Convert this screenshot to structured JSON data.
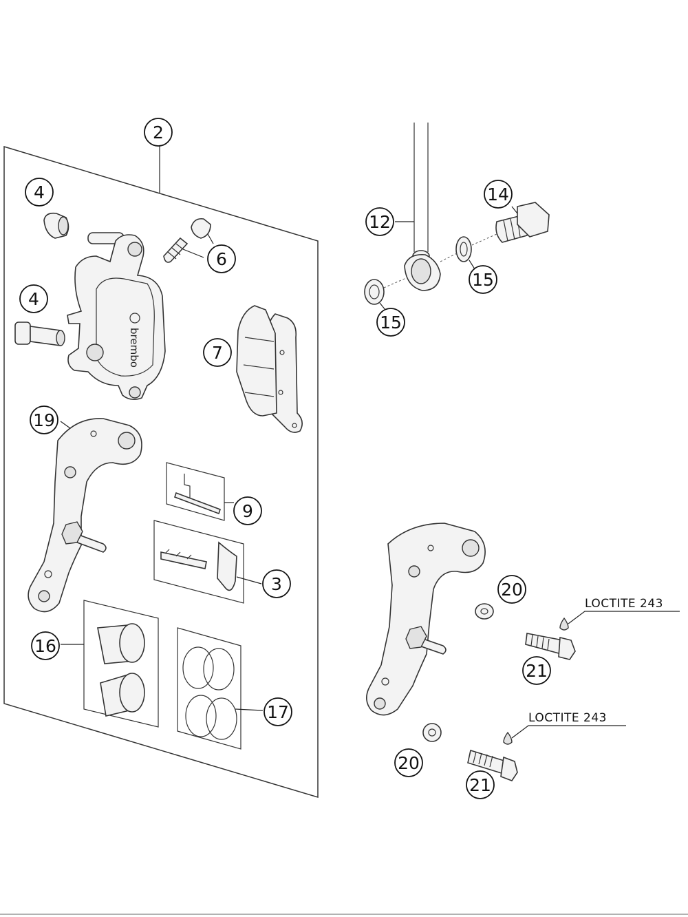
{
  "callouts": {
    "c2": "2",
    "c4a": "4",
    "c4b": "4",
    "c6": "6",
    "c7": "7",
    "c9": "9",
    "c3": "3",
    "c19": "19",
    "c16": "16",
    "c17": "17",
    "c12": "12",
    "c14": "14",
    "c15a": "15",
    "c15b": "15",
    "c20a": "20",
    "c20b": "20",
    "c21a": "21",
    "c21b": "21"
  },
  "notes": {
    "loctite_a": "LOCTITE 243",
    "loctite_b": "LOCTITE 243"
  },
  "brand_logo": "brembo"
}
